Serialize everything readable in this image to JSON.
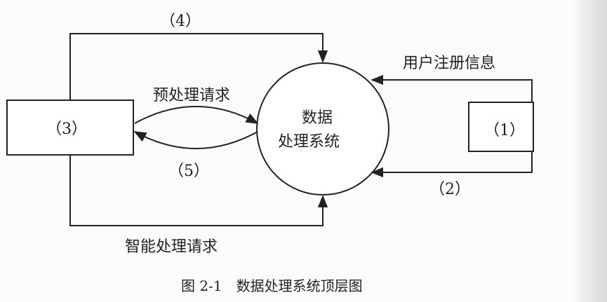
{
  "nodes": {
    "box_left": "（3）",
    "box_right": "（1）",
    "process_line1": "数据",
    "process_line2": "处理系统"
  },
  "flows": {
    "top": "（4）",
    "user_reg": "用户注册信息",
    "right_bottom": "（2）",
    "preprocess": "预处理请求",
    "back": "（5）",
    "smart": "智能处理请求"
  },
  "caption": "图 2-1　数据处理系统顶层图"
}
